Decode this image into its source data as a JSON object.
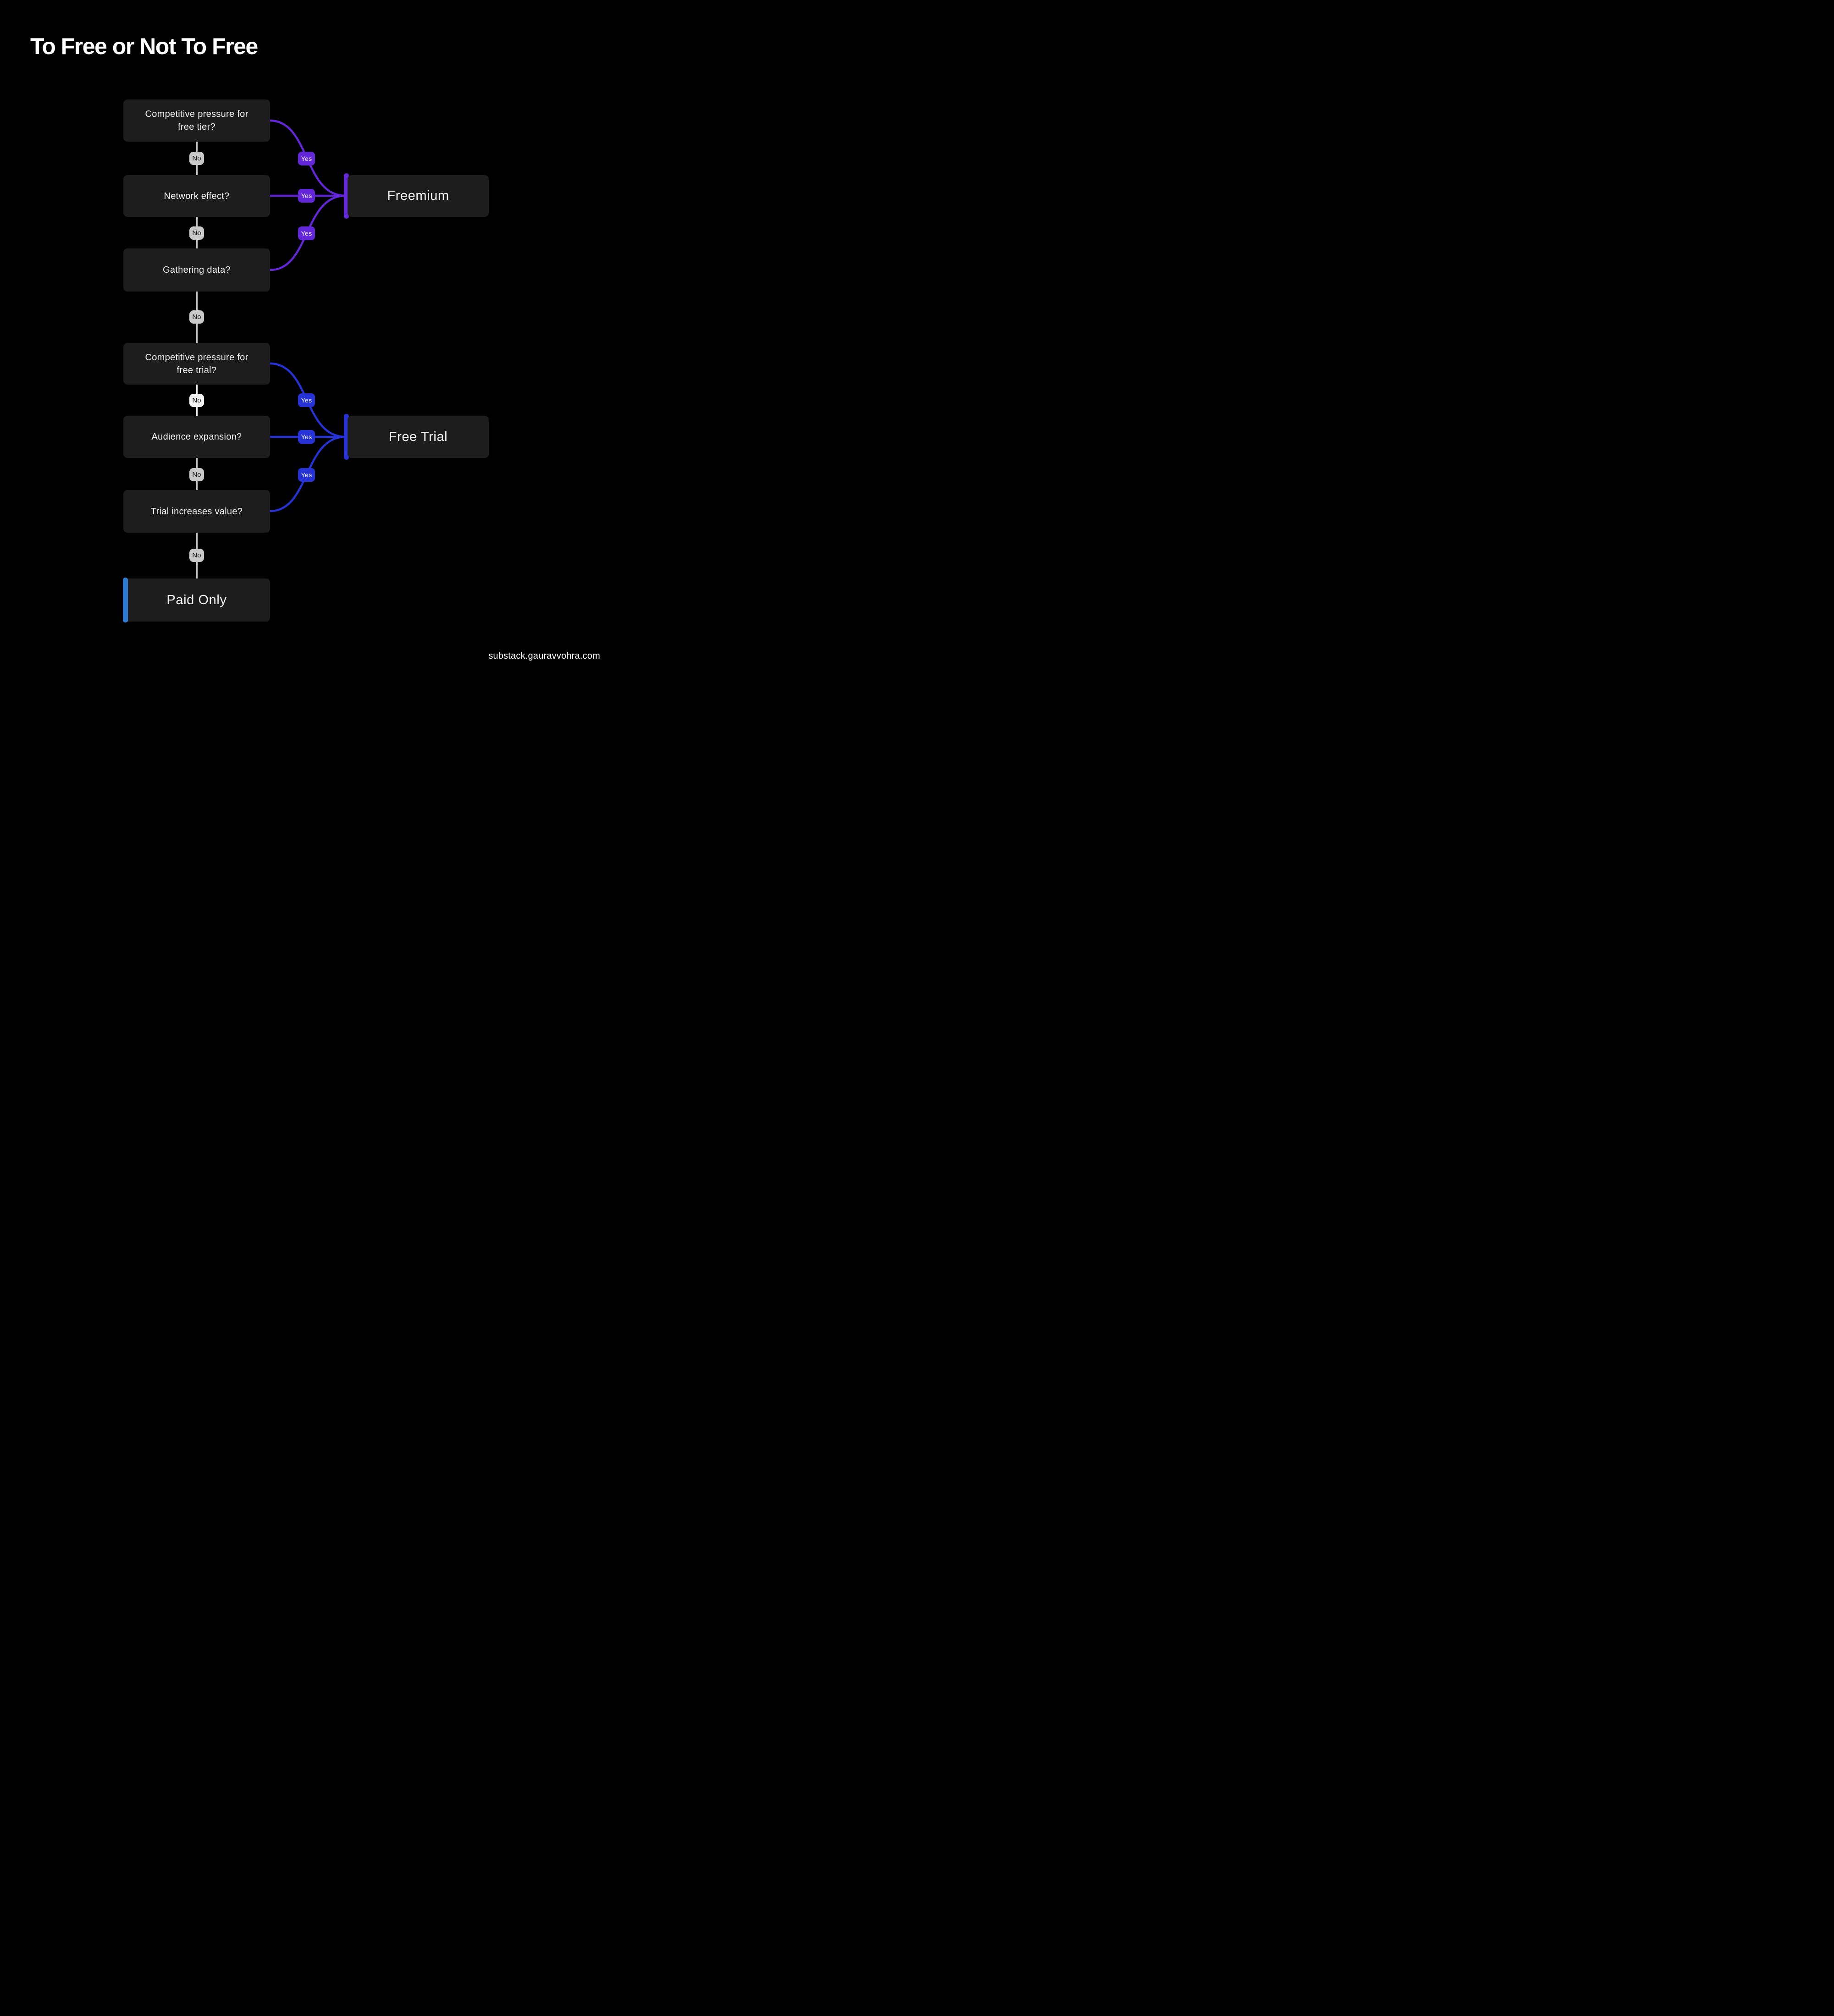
{
  "title": "To Free or Not To Free",
  "footer": "substack.gauravvohra.com",
  "nodes": {
    "q1": {
      "label": "Competitive pressure for free tier?"
    },
    "q2": {
      "label": "Network effect?"
    },
    "q3": {
      "label": "Gathering data?"
    },
    "q4": {
      "label": "Competitive pressure for free trial?"
    },
    "q5": {
      "label": "Audience expansion?"
    },
    "q6": {
      "label": "Trial increases value?"
    },
    "freemium": {
      "label": "Freemium"
    },
    "free_trial": {
      "label": "Free Trial"
    },
    "paid_only": {
      "label": "Paid Only"
    }
  },
  "edges": {
    "yes": [
      "Yes",
      "Yes",
      "Yes",
      "Yes",
      "Yes",
      "Yes"
    ],
    "no": [
      "No",
      "No",
      "No",
      "No",
      "No",
      "No"
    ]
  },
  "flow": [
    {
      "from": "q1",
      "yes": "freemium",
      "no": "q2"
    },
    {
      "from": "q2",
      "yes": "freemium",
      "no": "q3"
    },
    {
      "from": "q3",
      "yes": "freemium",
      "no": "q4"
    },
    {
      "from": "q4",
      "yes": "free_trial",
      "no": "q5"
    },
    {
      "from": "q5",
      "yes": "free_trial",
      "no": "q6"
    },
    {
      "from": "q6",
      "yes": "free_trial",
      "no": "paid_only"
    }
  ],
  "colors": {
    "background": "#000000",
    "node_fill": "#1d1d1d",
    "node_text": "#f5f5f5",
    "purple": "#6326d8",
    "blue": "#2533d6",
    "paid_accent": "#2e7cd1",
    "no_badge": "#c9c9c9",
    "no_badge_alt": "#f3f3f3",
    "no_text": "#161616"
  }
}
